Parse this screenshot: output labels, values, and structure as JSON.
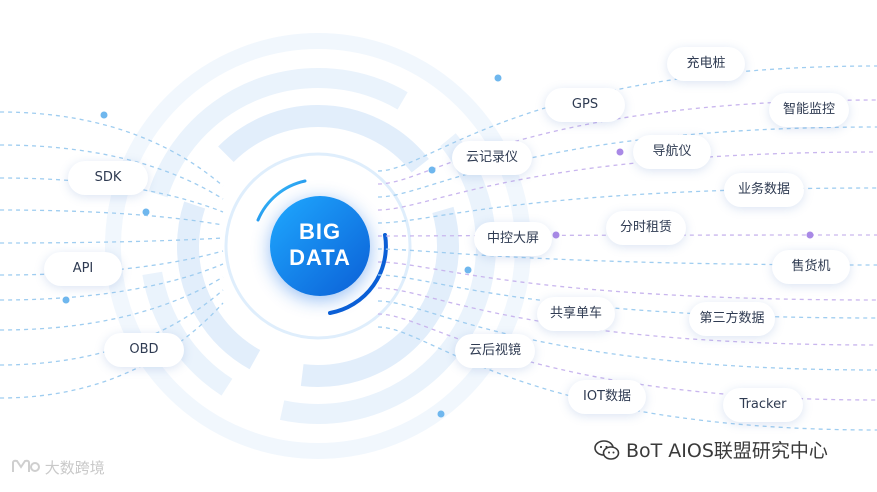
{
  "hub": {
    "line1": "BIG",
    "line2": "DATA"
  },
  "left_nodes": {
    "sdk": "SDK",
    "api": "API",
    "obd": "OBD"
  },
  "right_nodes": {
    "charging_pile": "充电桩",
    "gps": "GPS",
    "smart_monitor": "智能监控",
    "cloud_recorder": "云记录仪",
    "navigator": "导航仪",
    "business_data": "业务数据",
    "central_screen": "中控大屏",
    "time_rental": "分时租赁",
    "vending_machine": "售货机",
    "bike_sharing": "共享单车",
    "third_party_data": "第三方数据",
    "cloud_rear_mirror": "云后视镜",
    "iot_data": "IOT数据",
    "tracker": "Tracker"
  },
  "watermark_right": "BoT AIOS联盟研究中心",
  "watermark_left": "大数跨境",
  "colors": {
    "accent": "#1a8cff",
    "line_blue": "#9fcdf0",
    "line_purple": "#c9b6ee",
    "dot_blue": "#6fb7ee",
    "dot_purple": "#a989e6"
  }
}
